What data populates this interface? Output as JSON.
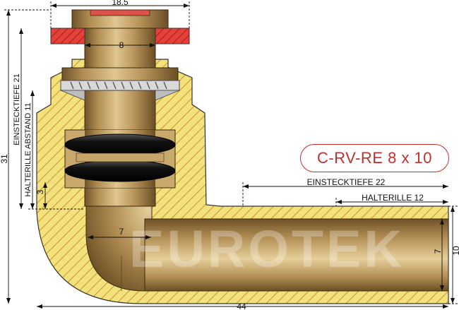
{
  "title": "C-RV-RE 8 x 10",
  "watermark": "EUROTEK",
  "dimensions": {
    "top_width": "18.5",
    "bore": "8",
    "total_height": "31",
    "insertion_depth_vertical": "EINSTECKTIEFE 21",
    "retaining_rib_distance": "HALTERILLE ABSTAND 11",
    "small_step": "3",
    "inner_bend": "7",
    "insertion_depth_horizontal": "EINSTECKTIEFE 22",
    "retaining_rib": "HALTERILLE 12",
    "outer_diameter": "10",
    "inner_diameter": "7",
    "total_length": "44"
  },
  "colors": {
    "brass": "#b9965a",
    "brass_dark": "#7c5f2e",
    "hatch": "#f2e27a",
    "hatch_line": "#c79a3a",
    "red_ring": "#e03a36",
    "title": "#c0312b"
  }
}
